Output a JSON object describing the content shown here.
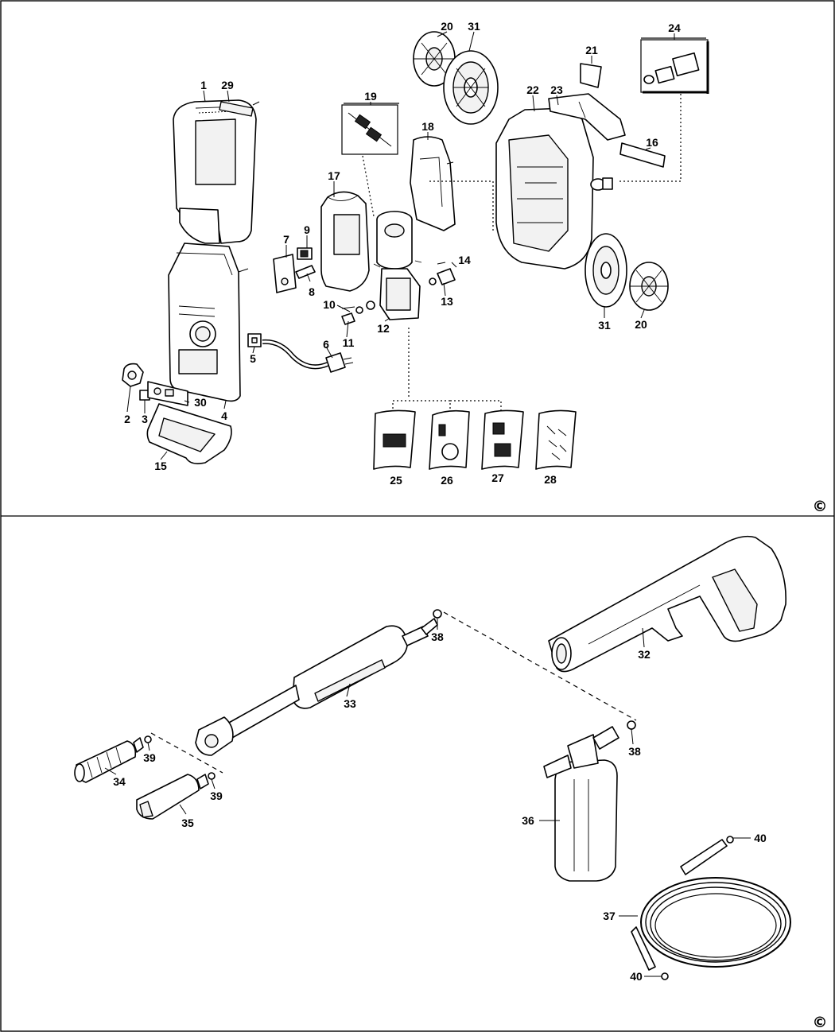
{
  "copyright_symbol": "©",
  "panels": [
    {
      "name": "top",
      "labels": [
        "1",
        "29",
        "19",
        "18",
        "17",
        "7",
        "9",
        "8",
        "20",
        "31",
        "22",
        "23",
        "21",
        "24",
        "16",
        "14",
        "13",
        "10",
        "11",
        "12",
        "6",
        "5",
        "2",
        "3",
        "30",
        "4",
        "15",
        "25",
        "26",
        "27",
        "28",
        "31",
        "20"
      ]
    },
    {
      "name": "bottom",
      "labels": [
        "38",
        "32",
        "33",
        "39",
        "34",
        "39",
        "35",
        "38",
        "36",
        "40",
        "37",
        "40"
      ]
    }
  ]
}
